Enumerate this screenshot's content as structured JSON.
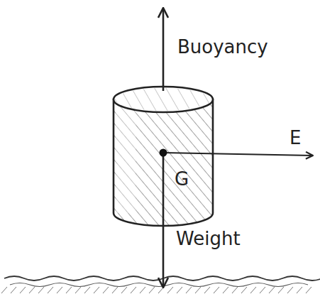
{
  "diagram": {
    "labels": [
      "Buoyancy",
      "E",
      "G",
      "Weight"
    ]
  }
}
